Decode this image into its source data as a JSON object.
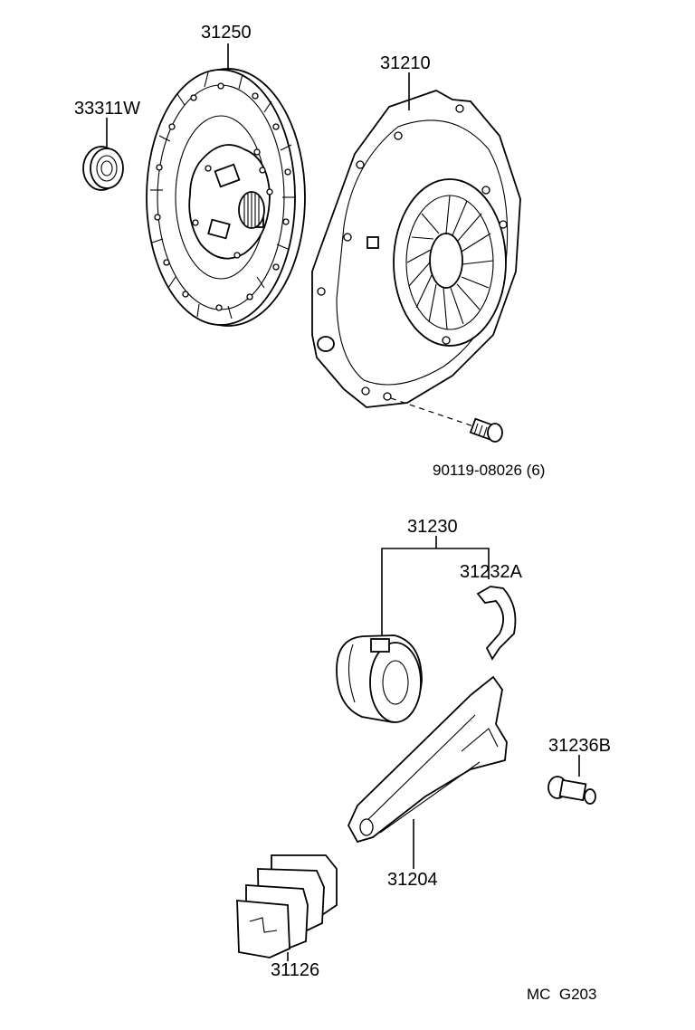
{
  "labels": {
    "clutch_disc": "31250",
    "pilot_bearing": "33311W",
    "clutch_cover": "31210",
    "cover_bolt": "90119-08026 (6)",
    "release_bearing_hub": "31230",
    "hub_clip": "31232A",
    "release_fork_support": "31236B",
    "release_fork": "31204",
    "fork_boot": "31126",
    "diagram_code": "MC  G203"
  },
  "icons": {
    "clutch_disc": "clutch-disc-icon",
    "pilot_bearing": "bearing-icon",
    "clutch_cover": "pressure-plate-icon",
    "cover_bolt": "bolt-icon",
    "release_bearing": "release-bearing-icon",
    "hub_clip": "clip-icon",
    "release_fork_support": "pivot-bolt-icon",
    "release_fork": "fork-icon",
    "fork_boot": "boot-icon"
  }
}
